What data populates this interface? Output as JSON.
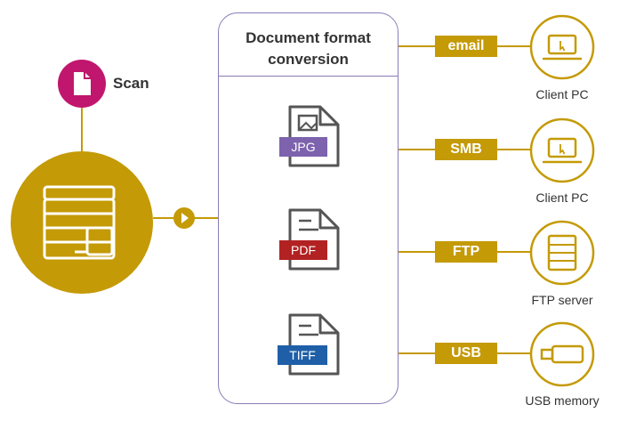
{
  "scan": {
    "label": "Scan",
    "icon": "document-icon"
  },
  "conversion": {
    "title_line1": "Document format",
    "title_line2": "conversion"
  },
  "formats": [
    {
      "label": "JPG",
      "color": "#7d62ad"
    },
    {
      "label": "PDF",
      "color": "#b22222"
    },
    {
      "label": "TIFF",
      "color": "#1f5fa8"
    }
  ],
  "methods": [
    {
      "tag": "email",
      "destination": "Client PC",
      "icon": "laptop-icon"
    },
    {
      "tag": "SMB",
      "destination": "Client PC",
      "icon": "laptop-icon"
    },
    {
      "tag": "FTP",
      "destination": "FTP server",
      "icon": "server-icon"
    },
    {
      "tag": "USB",
      "destination": "USB memory",
      "icon": "usb-icon"
    }
  ],
  "colors": {
    "gold": "#c49a06",
    "magenta": "#c0166e",
    "purple_border": "#8a7bb8"
  }
}
